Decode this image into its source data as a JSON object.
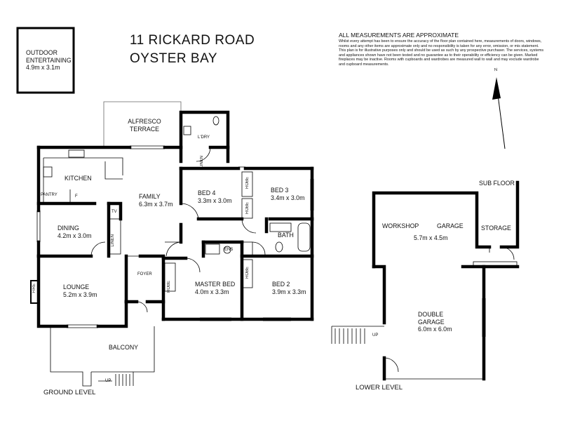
{
  "address": {
    "line1": "11 RICKARD ROAD",
    "line2": "OYSTER BAY"
  },
  "disclaimer": {
    "title": "ALL MEASUREMENTS ARE APPROXIMATE",
    "body": "Whilst every attempt has been to ensure the accuracy of the floor plan contained here, measurements of doors, windows, rooms and any other items are approximate only and no responsibility is taken for any error, omission, or mis statement. This plan is for illustrative purposes only and should be used as such by any prospective purchaser. The services, systems and appliances shown have not been tested and no guarantee as to their operability or efficiency can be given. Marked fireplaces may be inactive. Rooms with cupboards and wardrobes are measured wall to wall and may exclude wardrobe and cupboard measurements."
  },
  "compass": {
    "label": "N"
  },
  "outdoor": {
    "name": "OUTDOOR ENTERTAINING",
    "size": "4.9m x 3.1m"
  },
  "ground_level": {
    "name": "GROUND LEVEL",
    "rooms": {
      "alfresco": "ALFRESCO TERRACE",
      "laundry": "L'DRY",
      "kitchen": "KITCHEN",
      "pantry": "PANTRY",
      "fridge": "F",
      "family": {
        "name": "FAMILY",
        "size": "6.3m x 3.7m"
      },
      "dining": {
        "name": "DINING",
        "size": "4.2m x 3.0m"
      },
      "tv": "TV",
      "linen": "LINEN",
      "linen2": "LINEN",
      "foyer": "FOYER",
      "lounge": {
        "name": "LOUNGE",
        "size": "5.2m x 3.9m"
      },
      "fire": "FIRE",
      "balcony": "BALCONY",
      "up": "UP",
      "bed4": {
        "name": "BED 4",
        "size": "3.3m x 3.0m"
      },
      "bed3": {
        "name": "BED 3",
        "size": "3.4m x 3.0m"
      },
      "robe_a": "ROBE",
      "robe_b": "ROBE",
      "robe_c": "ROBE",
      "robe_d": "ROBE",
      "bath": "BATH",
      "ens": "ENS",
      "master": {
        "name": "MASTER BED",
        "size": "4.0m x 3.3m"
      },
      "bed2": {
        "name": "BED 2",
        "size": "3.9m x 3.3m"
      }
    }
  },
  "lower_level": {
    "name": "LOWER LEVEL",
    "rooms": {
      "sub_floor": "SUB FLOOR",
      "workshop": "WORKSHOP",
      "garage": {
        "name": "GARAGE",
        "size": "5.7m x 4.5m"
      },
      "storage": "STORAGE",
      "double_garage": {
        "name": "DOUBLE GARAGE",
        "size": "6.0m x 6.0m"
      },
      "up": "UP"
    }
  }
}
